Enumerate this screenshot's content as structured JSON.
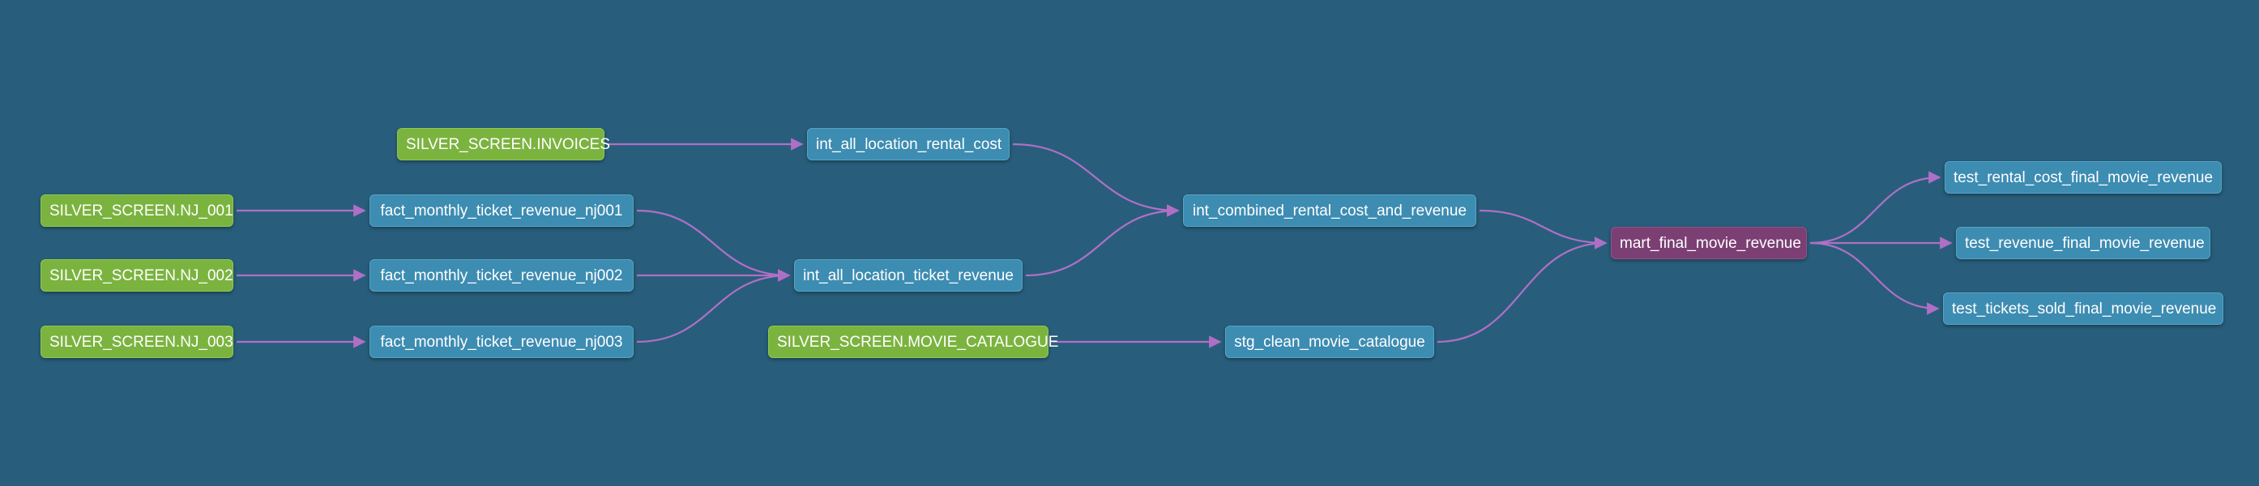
{
  "colors": {
    "background": "#285e7b",
    "source": "#7bb33f",
    "model": "#3d8cb2",
    "mart": "#7b3f73",
    "edge": "#b06fc6"
  },
  "nodes": {
    "invoices": {
      "label": "SILVER_SCREEN.INVOICES",
      "kind": "source"
    },
    "nj001": {
      "label": "SILVER_SCREEN.NJ_001",
      "kind": "source"
    },
    "nj002": {
      "label": "SILVER_SCREEN.NJ_002",
      "kind": "source"
    },
    "nj003": {
      "label": "SILVER_SCREEN.NJ_003",
      "kind": "source"
    },
    "fact_nj001": {
      "label": "fact_monthly_ticket_revenue_nj001",
      "kind": "model"
    },
    "fact_nj002": {
      "label": "fact_monthly_ticket_revenue_nj002",
      "kind": "model"
    },
    "fact_nj003": {
      "label": "fact_monthly_ticket_revenue_nj003",
      "kind": "model"
    },
    "rental_cost": {
      "label": "int_all_location_rental_cost",
      "kind": "model"
    },
    "ticket_revenue": {
      "label": "int_all_location_ticket_revenue",
      "kind": "model"
    },
    "movie_catalogue": {
      "label": "SILVER_SCREEN.MOVIE_CATALOGUE",
      "kind": "source"
    },
    "combined": {
      "label": "int_combined_rental_cost_and_revenue",
      "kind": "model"
    },
    "stg_catalogue": {
      "label": "stg_clean_movie_catalogue",
      "kind": "model"
    },
    "mart": {
      "label": "mart_final_movie_revenue",
      "kind": "mart"
    },
    "test_rental": {
      "label": "test_rental_cost_final_movie_revenue",
      "kind": "test"
    },
    "test_revenue": {
      "label": "test_revenue_final_movie_revenue",
      "kind": "test"
    },
    "test_tickets": {
      "label": "test_tickets_sold_final_movie_revenue",
      "kind": "test"
    }
  },
  "edges": [
    [
      "invoices",
      "rental_cost"
    ],
    [
      "nj001",
      "fact_nj001"
    ],
    [
      "nj002",
      "fact_nj002"
    ],
    [
      "nj003",
      "fact_nj003"
    ],
    [
      "fact_nj001",
      "ticket_revenue"
    ],
    [
      "fact_nj002",
      "ticket_revenue"
    ],
    [
      "fact_nj003",
      "ticket_revenue"
    ],
    [
      "rental_cost",
      "combined"
    ],
    [
      "ticket_revenue",
      "combined"
    ],
    [
      "movie_catalogue",
      "stg_catalogue"
    ],
    [
      "combined",
      "mart"
    ],
    [
      "stg_catalogue",
      "mart"
    ],
    [
      "mart",
      "test_rental"
    ],
    [
      "mart",
      "test_revenue"
    ],
    [
      "mart",
      "test_tickets"
    ]
  ]
}
